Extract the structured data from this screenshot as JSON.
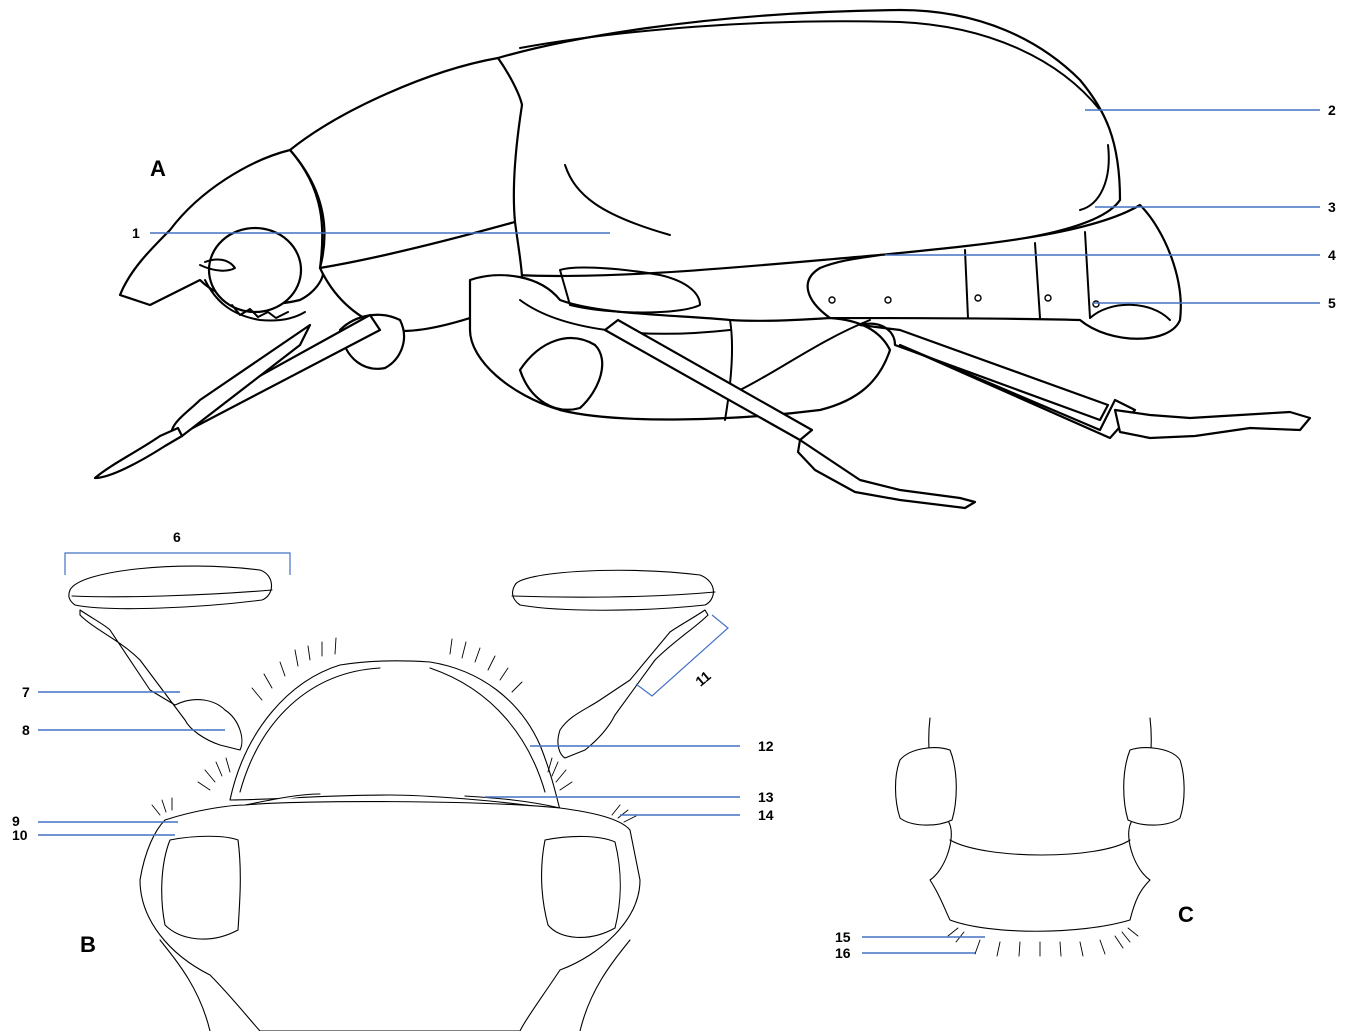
{
  "panels": {
    "a": "A",
    "b": "B",
    "c": "C"
  },
  "labels": {
    "l1": "1",
    "l2": "2",
    "l3": "3",
    "l4": "4",
    "l5": "5",
    "l6": "6",
    "l7": "7",
    "l8": "8",
    "l9": "9",
    "l10": "10",
    "l11": "11",
    "l12": "12",
    "l13": "13",
    "l14": "14",
    "l15": "15",
    "l16": "16"
  },
  "colors": {
    "leader": "#4472c4",
    "outline": "#000000",
    "background": "#ffffff"
  }
}
